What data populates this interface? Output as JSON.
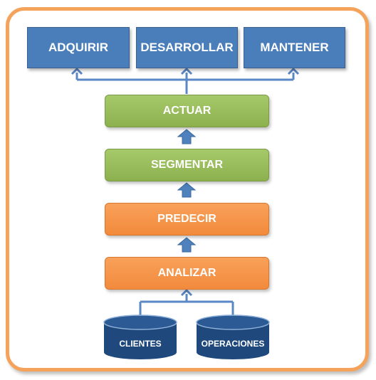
{
  "top_actions": [
    "ADQUIRIR",
    "DESARROLLAR",
    "MANTENER"
  ],
  "steps": {
    "actuar": "ACTUAR",
    "segmentar": "SEGMENTAR",
    "predecir": "PREDECIR",
    "analizar": "ANALIZAR"
  },
  "sources": [
    "CLIENTES",
    "OPERACIONES"
  ],
  "colors": {
    "frame": "#f5a35a",
    "top_box": "#4a7ebb",
    "green_step": "#9bbb59",
    "orange_step": "#f79646",
    "arrow": "#4a7ebb",
    "database": "#1f497d"
  }
}
